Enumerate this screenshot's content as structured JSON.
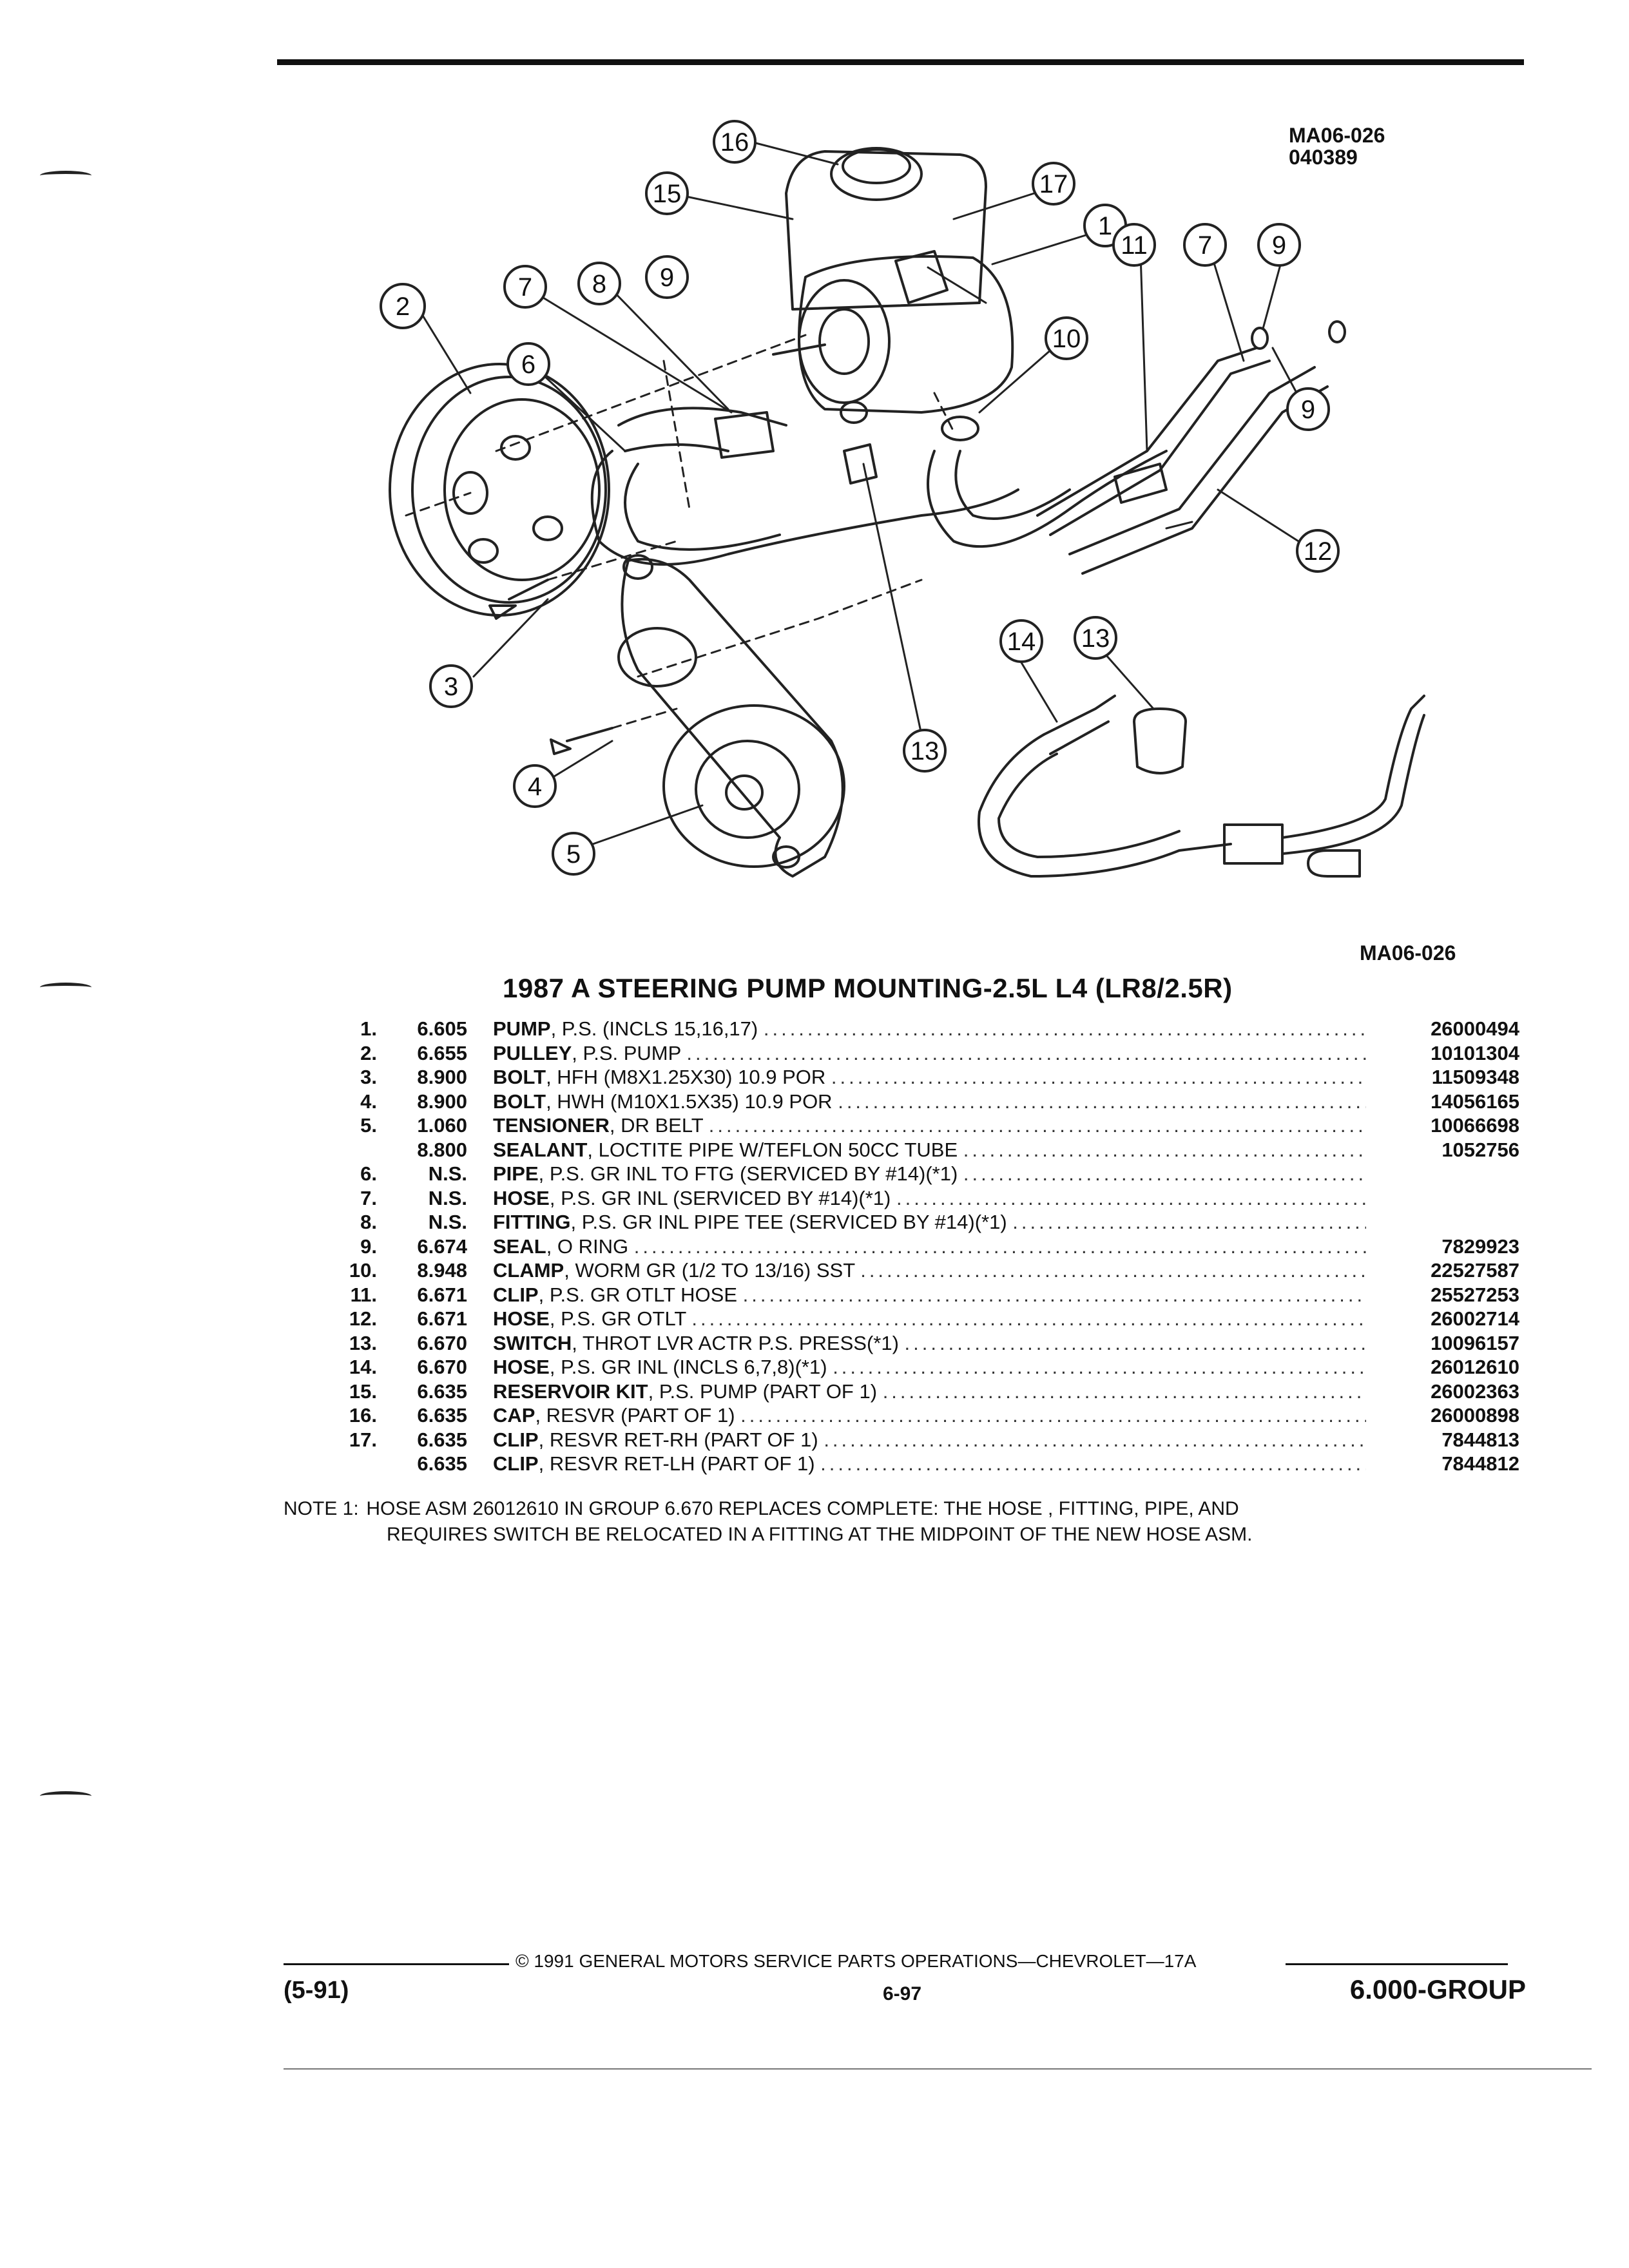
{
  "figure": {
    "code": "MA06-026",
    "date_code": "040389",
    "caption_code": "MA06-026",
    "callouts": [
      "16",
      "15",
      "17",
      "1",
      "2",
      "7",
      "8",
      "9",
      "6",
      "11",
      "7",
      "9",
      "10",
      "9",
      "12",
      "3",
      "14",
      "13",
      "13",
      "4",
      "5"
    ]
  },
  "title": "1987 A STEERING PUMP MOUNTING-2.5L L4 (LR8/2.5R)",
  "parts": [
    {
      "num": "1.",
      "group": "6.605",
      "name": "PUMP",
      "desc": ", P.S. (INCLS 15,16,17)",
      "pn": "26000494"
    },
    {
      "num": "2.",
      "group": "6.655",
      "name": "PULLEY",
      "desc": ", P.S. PUMP",
      "pn": "10101304"
    },
    {
      "num": "3.",
      "group": "8.900",
      "name": "BOLT",
      "desc": ", HFH (M8X1.25X30) 10.9 POR",
      "pn": "11509348"
    },
    {
      "num": "4.",
      "group": "8.900",
      "name": "BOLT",
      "desc": ", HWH (M10X1.5X35) 10.9 POR",
      "pn": "14056165"
    },
    {
      "num": "5.",
      "group": "1.060",
      "name": "TENSIONER",
      "desc": ", DR BELT",
      "pn": "10066698"
    },
    {
      "num": "",
      "group": "8.800",
      "name": "SEALANT",
      "desc": ", LOCTITE PIPE W/TEFLON 50CC TUBE",
      "pn": "1052756"
    },
    {
      "num": "6.",
      "group": "N.S.",
      "name": "PIPE",
      "desc": ", P.S. GR INL TO FTG (SERVICED BY #14)(*1)",
      "pn": ""
    },
    {
      "num": "7.",
      "group": "N.S.",
      "name": "HOSE",
      "desc": ", P.S. GR INL (SERVICED BY #14)(*1)",
      "pn": ""
    },
    {
      "num": "8.",
      "group": "N.S.",
      "name": "FITTING",
      "desc": ", P.S. GR INL PIPE TEE (SERVICED BY #14)(*1)",
      "pn": ""
    },
    {
      "num": "9.",
      "group": "6.674",
      "name": "SEAL",
      "desc": ", O RING",
      "pn": "7829923"
    },
    {
      "num": "10.",
      "group": "8.948",
      "name": "CLAMP",
      "desc": ", WORM GR (1/2 TO 13/16) SST",
      "pn": "22527587"
    },
    {
      "num": "11.",
      "group": "6.671",
      "name": "CLIP",
      "desc": ", P.S. GR OTLT HOSE",
      "pn": "25527253"
    },
    {
      "num": "12.",
      "group": "6.671",
      "name": "HOSE",
      "desc": ", P.S. GR OTLT",
      "pn": "26002714"
    },
    {
      "num": "13.",
      "group": "6.670",
      "name": "SWITCH",
      "desc": ", THROT LVR ACTR P.S. PRESS(*1)",
      "pn": "10096157"
    },
    {
      "num": "14.",
      "group": "6.670",
      "name": "HOSE",
      "desc": ", P.S. GR INL (INCLS 6,7,8)(*1)",
      "pn": "26012610"
    },
    {
      "num": "15.",
      "group": "6.635",
      "name": "RESERVOIR KIT",
      "desc": ", P.S. PUMP (PART OF 1)",
      "pn": "26002363"
    },
    {
      "num": "16.",
      "group": "6.635",
      "name": "CAP",
      "desc": ", RESVR (PART OF 1)",
      "pn": "26000898"
    },
    {
      "num": "17.",
      "group": "6.635",
      "name": "CLIP",
      "desc": ", RESVR RET-RH (PART OF 1)",
      "pn": "7844813"
    },
    {
      "num": "",
      "group": "6.635",
      "name": "CLIP",
      "desc": ", RESVR RET-LH (PART OF 1)",
      "pn": "7844812"
    }
  ],
  "note": {
    "label": "NOTE 1:",
    "line1": "HOSE ASM 26012610 IN GROUP 6.670 REPLACES COMPLETE: THE HOSE , FITTING, PIPE, AND",
    "line2": "REQUIRES SWITCH BE RELOCATED IN A FITTING AT THE MIDPOINT OF THE NEW HOSE ASM."
  },
  "footer": {
    "copyright": "© 1991 GENERAL MOTORS SERVICE PARTS OPERATIONS—CHEVROLET—17A",
    "date": "(5-91)",
    "page": "6-97",
    "group": "6.000-GROUP"
  }
}
